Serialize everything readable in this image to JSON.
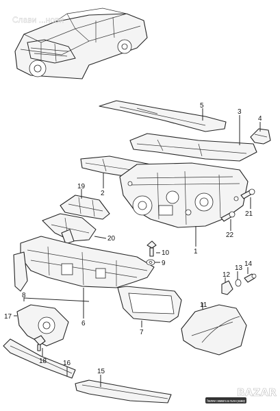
{
  "watermark": {
    "text": "Слави ...нови"
  },
  "footer": {
    "badge_text": "Увеличи снимката за пълен размер",
    "brand": "BAZAR"
  },
  "callouts": [
    "1",
    "2",
    "3",
    "4",
    "5",
    "6",
    "7",
    "8",
    "9",
    "10",
    "11",
    "12",
    "13",
    "14",
    "15",
    "16",
    "17",
    "18",
    "19",
    "20",
    "21",
    "22"
  ],
  "colors": {
    "line": "#222222",
    "fill": "#f4f4f4",
    "badge": "#333333"
  }
}
